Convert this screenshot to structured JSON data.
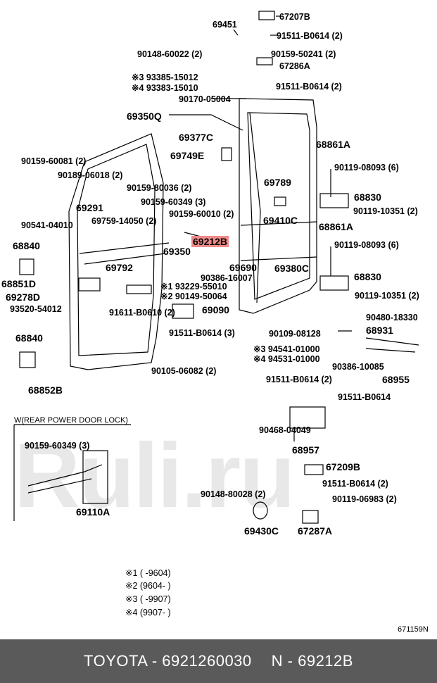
{
  "diagram": {
    "labels": [
      "69451",
      "67207B",
      "91511-B0614 (2)",
      "90148-60022 (2)",
      "90159-50241 (2)",
      "67286A",
      "※3 93385-15012",
      "※4 93383-15010",
      "91511-B0614 (2)",
      "90170-05004",
      "69350Q",
      "69377C",
      "68861A",
      "69749E",
      "90119-08093 (6)",
      "90159-60081 (2)",
      "90189-06018 (2)",
      "90159-80036 (2)",
      "69789",
      "68830",
      "90159-60349 (3)",
      "69291",
      "90119-10351 (2)",
      "90159-60010 (2)",
      "90541-04010",
      "69759-14050 (2)",
      "69410C",
      "68861A",
      "69212B",
      "68840",
      "69350",
      "90119-08093 (6)",
      "69792",
      "69690",
      "69380C",
      "90386-16007",
      "68851D",
      "68830",
      "※1 93229-55010",
      "※2 90149-50064",
      "69278D",
      "90119-10351 (2)",
      "93520-54012",
      "91611-B0610 (2)",
      "69090",
      "90480-18330",
      "91511-B0614 (3)",
      "90109-08128",
      "68931",
      "68840",
      "※3 94541-01000",
      "※4 94531-01000",
      "90386-10085",
      "68955",
      "90105-06082 (2)",
      "91511-B0614 (2)",
      "68852B",
      "91511-B0614",
      "90468-04049",
      "68957",
      "90159-60349 (3)",
      "67209B",
      "91511-B0614 (2)",
      "69110A",
      "90148-80028 (2)",
      "90119-06983 (2)",
      "69430C",
      "67287A"
    ],
    "inset_title": "W(REAR POWER DOOR LOCK)",
    "legend": [
      "※1 (      -9604)",
      "※2 (9604-      )",
      "※3 (      -9907)",
      "※4 (9907-      )"
    ],
    "drawing_code": "671159N",
    "watermark": "Ruli.ru"
  },
  "footer": {
    "brand": "TOYOTA - 6921260030",
    "part": "N - 69212B"
  }
}
